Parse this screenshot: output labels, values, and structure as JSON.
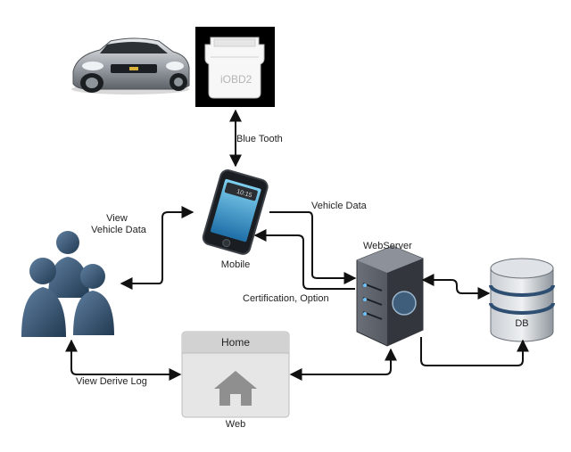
{
  "obd_device": {
    "label": "iOBD2"
  },
  "links": {
    "bluetooth": "Blue Tooth",
    "view_vehicle_data_line1": "View",
    "view_vehicle_data_line2": "Vehicle Data",
    "vehicle_data": "Vehicle Data",
    "certification_option": "Certification, Option",
    "view_derive_log": "View Derive Log"
  },
  "phone": {
    "label": "Mobile",
    "screen_time": "10:15"
  },
  "webserver": {
    "label": "WebServer"
  },
  "database": {
    "label": "DB"
  },
  "web": {
    "window_title": "Home",
    "label": "Web"
  },
  "colors": {
    "arrow": "#111111",
    "users": "#3b5876",
    "server": "#4a4f57",
    "db": "#9aa2aa",
    "web_window": "#e2e2e2",
    "obd_box": "#000000"
  },
  "icons": [
    "car-image",
    "obd-dongle-icon",
    "smartphone-icon",
    "users-icon",
    "server-icon",
    "database-icon",
    "home-icon"
  ]
}
